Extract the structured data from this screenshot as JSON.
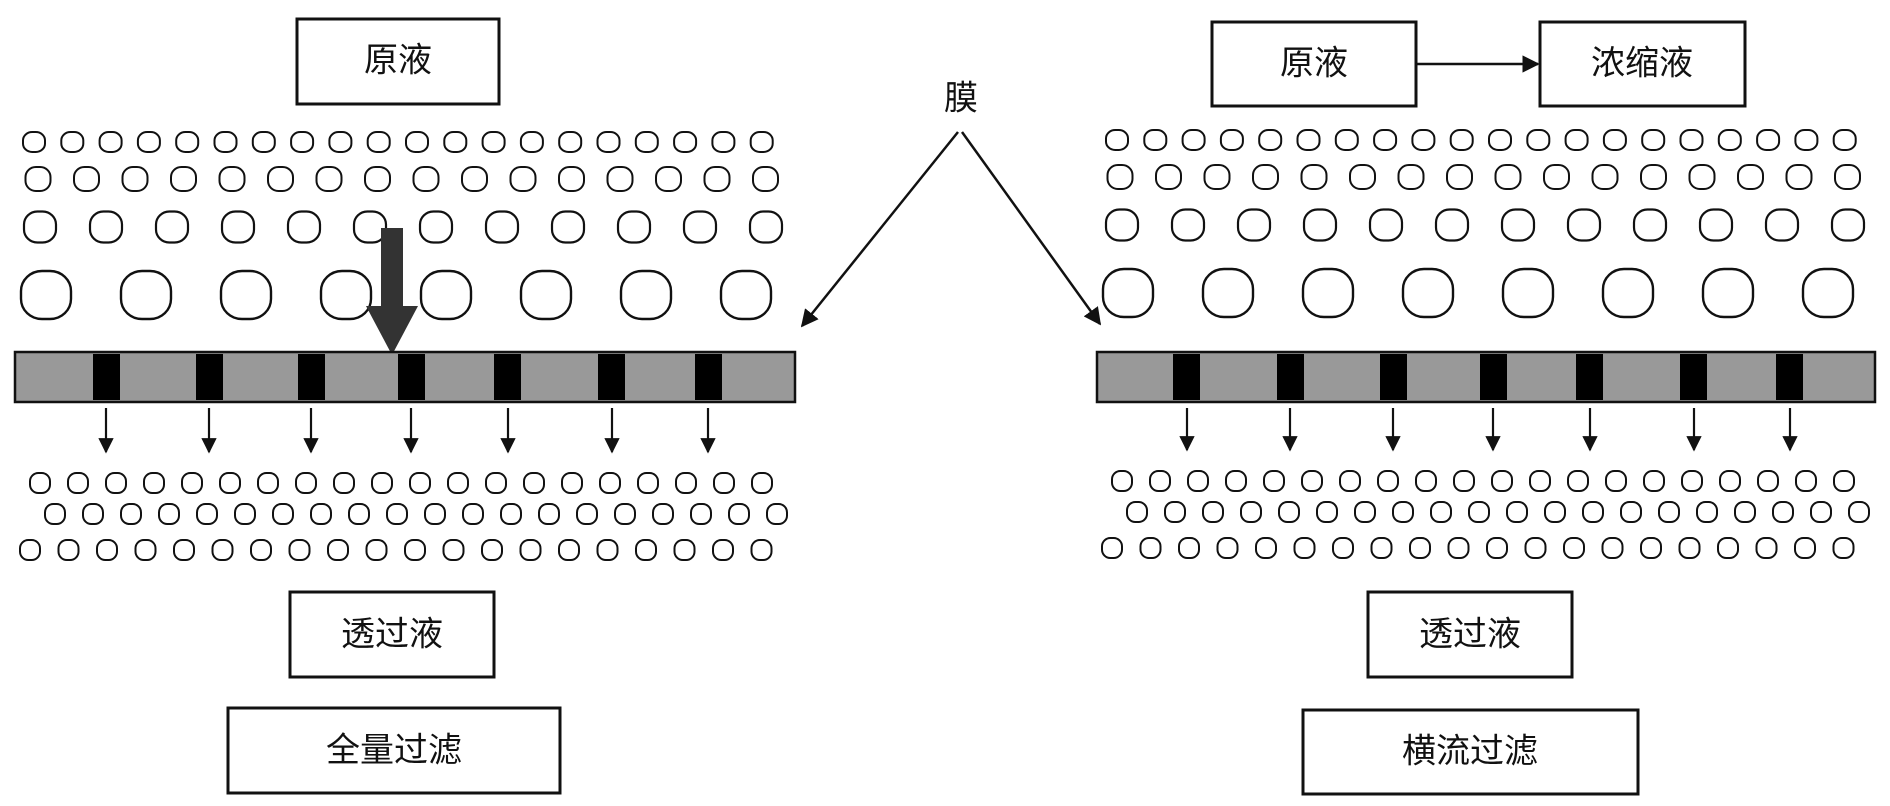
{
  "labels": {
    "membrane": "膜",
    "dead_end": {
      "feed": "原液",
      "permeate": "透过液",
      "caption": "全量过滤"
    },
    "crossflow": {
      "feed": "原液",
      "concentrate": "浓缩液",
      "permeate": "透过液",
      "caption": "横流过滤"
    }
  },
  "colors": {
    "membrane_body": "#999999",
    "membrane_pore": "#000000",
    "stroke": "#111111",
    "arrow_heavy": "#333333"
  },
  "structure": {
    "pores_per_membrane": 7,
    "permeate_arrows_per_panel": 7
  }
}
